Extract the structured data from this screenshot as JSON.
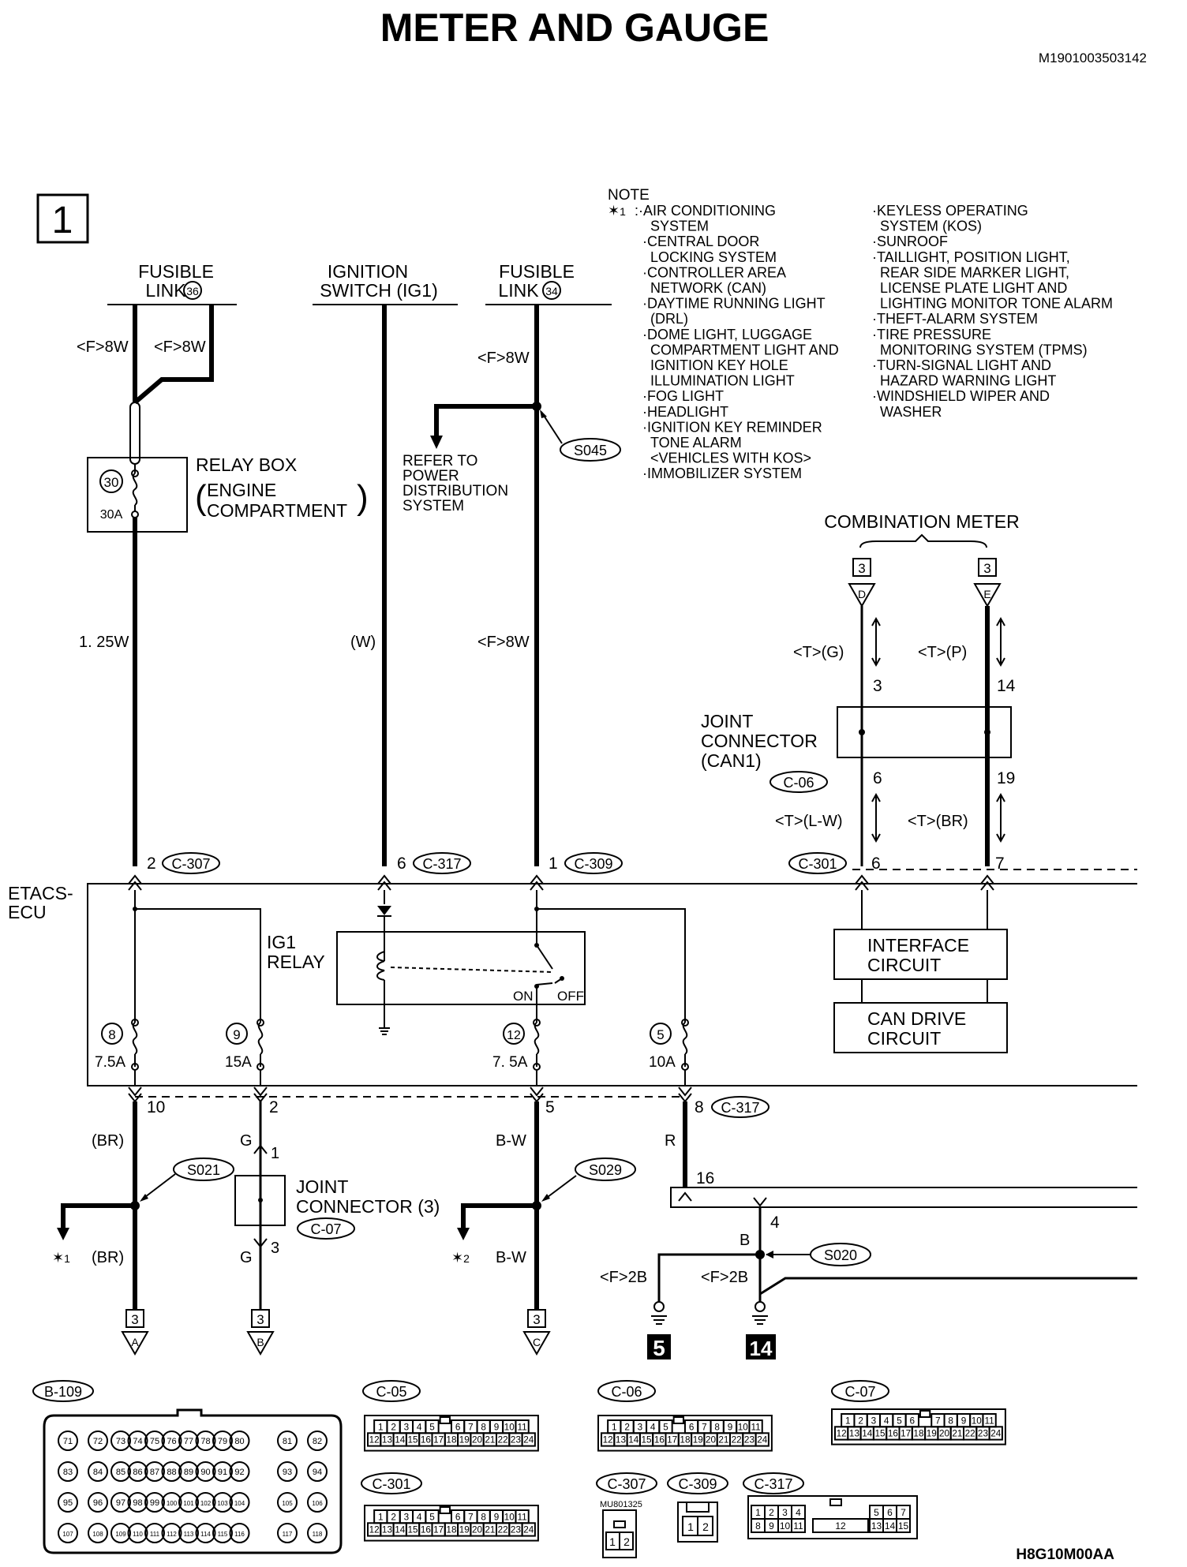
{
  "title": "METER AND GAUGE",
  "doc_code": "M1901003503142",
  "page_number": "1",
  "footer_code": "H8G10M00AA",
  "note": {
    "heading": "NOTE",
    "marker": "✶",
    "marker_index": "1",
    "items_left": [
      ":·AIR CONDITIONING",
      "SYSTEM",
      "·CENTRAL DOOR",
      "LOCKING SYSTEM",
      "·CONTROLLER AREA",
      "NETWORK (CAN)",
      "·DAYTIME RUNNING LIGHT",
      "(DRL)",
      "·DOME LIGHT, LUGGAGE",
      "COMPARTMENT LIGHT AND",
      "IGNITION KEY HOLE",
      "ILLUMINATION LIGHT",
      "·FOG LIGHT",
      "·HEADLIGHT",
      "·IGNITION KEY REMINDER",
      "TONE ALARM",
      "<VEHICLES WITH KOS>",
      "·IMMOBILIZER SYSTEM"
    ],
    "items_right": [
      "·KEYLESS OPERATING",
      "SYSTEM (KOS)",
      "·SUNROOF",
      "·TAILLIGHT, POSITION LIGHT,",
      "REAR SIDE MARKER LIGHT,",
      "LICENSE PLATE LIGHT AND",
      "LIGHTING MONITOR TONE ALARM",
      "·THEFT-ALARM SYSTEM",
      "·TIRE PRESSURE",
      "MONITORING SYSTEM (TPMS)",
      "·TURN-SIGNAL LIGHT AND",
      "HAZARD WARNING LIGHT",
      "·WINDSHIELD WIPER AND",
      "WASHER"
    ]
  },
  "sources": {
    "fusible_link_36": {
      "line1": "FUSIBLE",
      "line2": "LINK",
      "num": "36"
    },
    "ignition_switch": {
      "line1": "IGNITION",
      "line2": "SWITCH (IG1)"
    },
    "fusible_link_34": {
      "line1": "FUSIBLE",
      "line2": "LINK",
      "num": "34"
    }
  },
  "wires": {
    "f8w_a": "<F>8W",
    "f8w_b": "<F>8W",
    "f8w_c": "<F>8W",
    "f8w_d": "<F>8W",
    "w125": "1. 25W",
    "w_ig": "(W)",
    "tg": "<T>(G)",
    "tp": "<T>(P)",
    "tlw": "<T>(L-W)",
    "tbr": "<T>(BR)",
    "br1": "(BR)",
    "br2": "(BR)",
    "g1": "G",
    "g2": "G",
    "bw1": "B-W",
    "bw2": "B-W",
    "r": "R",
    "b": "B",
    "f2b_a": "<F>2B",
    "f2b_b": "<F>2B"
  },
  "relay_box": {
    "label": "RELAY BOX",
    "sub1": "ENGINE",
    "sub2": "COMPARTMENT",
    "fuse_num": "30",
    "fuse_amp": "30A"
  },
  "splices": {
    "s045": "S045",
    "s021": "S021",
    "s029": "S029",
    "s020": "S020"
  },
  "refer": [
    "REFER TO",
    "POWER",
    "DISTRIBUTION",
    "SYSTEM"
  ],
  "combination_meter": {
    "label": "COMBINATION METER",
    "conn_d": {
      "num": "3",
      "letter": "D"
    },
    "conn_e": {
      "num": "3",
      "letter": "E"
    },
    "pin_3": "3",
    "pin_14": "14",
    "pin_6": "6",
    "pin_19": "19"
  },
  "joint_can1": {
    "line1": "JOINT",
    "line2": "CONNECTOR",
    "line3": "(CAN1)",
    "conn": "C-06"
  },
  "etacs": {
    "label1": "ETACS-",
    "label2": "ECU",
    "pins_top": [
      {
        "pin": "2",
        "conn": "C-307"
      },
      {
        "pin": "6",
        "conn": "C-317"
      },
      {
        "pin": "1",
        "conn": "C-309"
      },
      {
        "pin": "6",
        "conn": "C-301"
      },
      {
        "pin": "7",
        "conn": ""
      }
    ],
    "ig1_relay": [
      "IG1",
      "RELAY"
    ],
    "on": "ON",
    "off": "OFF",
    "interface": [
      "INTERFACE",
      "CIRCUIT"
    ],
    "can_drive": [
      "CAN DRIVE",
      "CIRCUIT"
    ],
    "fuses": [
      {
        "num": "8",
        "amp": "7.5A"
      },
      {
        "num": "9",
        "amp": "15A"
      },
      {
        "num": "12",
        "amp": "7. 5A"
      },
      {
        "num": "5",
        "amp": "10A"
      }
    ],
    "pins_bottom": [
      "10",
      "2",
      "5",
      "8"
    ],
    "conn_bottom": "C-317"
  },
  "joint_c07": {
    "line1": "JOINT",
    "line2": "CONNECTOR (3)",
    "conn": "C-07",
    "pin1": "1",
    "pin3": "3"
  },
  "star2_index": "2",
  "ground_pins": {
    "p16": "16",
    "p4": "4"
  },
  "grounds": [
    "5",
    "14"
  ],
  "outputs": [
    {
      "num": "3",
      "letter": "A"
    },
    {
      "num": "3",
      "letter": "B"
    },
    {
      "num": "3",
      "letter": "C"
    }
  ],
  "connectors": {
    "b109": "B-109",
    "b109_rows": [
      [
        "71",
        "72",
        "73",
        "74",
        "75",
        "76",
        "77",
        "78",
        "79",
        "80",
        "81",
        "82"
      ],
      [
        "83",
        "84",
        "85",
        "86",
        "87",
        "88",
        "89",
        "90",
        "91",
        "92",
        "93",
        "94"
      ],
      [
        "95",
        "96",
        "97",
        "98",
        "99",
        "100",
        "101",
        "102",
        "103",
        "104",
        "105",
        "106"
      ],
      [
        "107",
        "108",
        "109",
        "110",
        "111",
        "112",
        "113",
        "114",
        "115",
        "116",
        "117",
        "118"
      ]
    ],
    "c05": "C-05",
    "c06": "C-06",
    "c07": "C-07",
    "c301": "C-301",
    "c307": "C-307",
    "c309": "C-309",
    "c317": "C-317",
    "c307_code": "MU801325",
    "grid24_top": [
      "1",
      "2",
      "3",
      "4",
      "5",
      "",
      "6",
      "7",
      "8",
      "9",
      "10",
      "11"
    ],
    "grid24_bot": [
      "12",
      "13",
      "14",
      "15",
      "16",
      "17",
      "18",
      "19",
      "20",
      "21",
      "22",
      "23",
      "24"
    ],
    "c07_top": [
      "1",
      "2",
      "3",
      "4",
      "5",
      "6",
      "",
      "7",
      "8",
      "9",
      "10",
      "11"
    ],
    "c307_pins": [
      "1",
      "2"
    ],
    "c309_pins": [
      "1",
      "2"
    ],
    "c317_top": [
      "1",
      "2",
      "3",
      "4",
      "",
      "5",
      "6",
      "7"
    ],
    "c317_bot": [
      "8",
      "9",
      "10",
      "11",
      "12",
      "13",
      "14",
      "15"
    ]
  }
}
